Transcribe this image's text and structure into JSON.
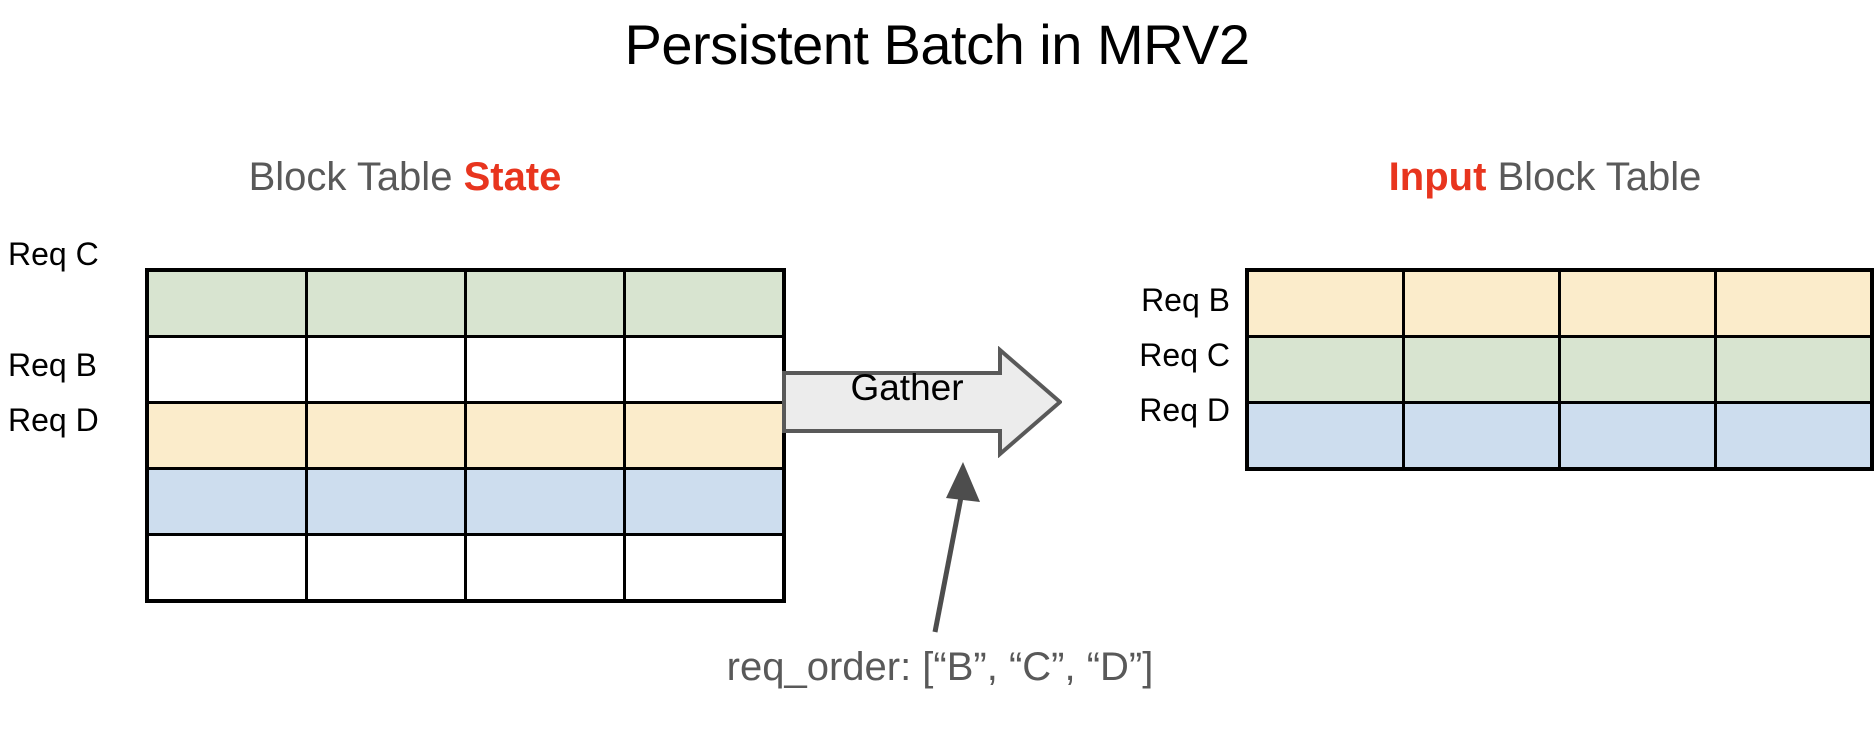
{
  "slide": {
    "title": "Persistent Batch in MRV2",
    "background_color": "#ffffff",
    "accent_color": "#E8351E",
    "label_gray": "#595959"
  },
  "left_panel": {
    "heading_prefix": "Block Table ",
    "heading_accent": "State",
    "row_labels": [
      {
        "text": "Req C",
        "row_index": 0
      },
      {
        "text": "Req B",
        "row_index": 2
      },
      {
        "text": "Req D",
        "row_index": 3
      }
    ],
    "table": {
      "columns": 4,
      "rows": [
        {
          "label": "Req C",
          "color": "#d8e4d0",
          "color_name": "green"
        },
        {
          "label": "",
          "color": "#ffffff",
          "color_name": "white"
        },
        {
          "label": "Req B",
          "color": "#fbeccb",
          "color_name": "cream"
        },
        {
          "label": "Req D",
          "color": "#cdddee",
          "color_name": "blue"
        },
        {
          "label": "",
          "color": "#ffffff",
          "color_name": "white"
        }
      ]
    }
  },
  "operation": {
    "label": "Gather",
    "fill": "#ececec",
    "stroke": "#595959"
  },
  "right_panel": {
    "heading_accent": "Input",
    "heading_suffix": " Block Table",
    "table": {
      "columns": 4,
      "rows": [
        {
          "label": "Req B",
          "color": "#fbeccb",
          "color_name": "cream"
        },
        {
          "label": "Req C",
          "color": "#d8e4d0",
          "color_name": "green"
        },
        {
          "label": "Req D",
          "color": "#cdddee",
          "color_name": "blue"
        }
      ]
    }
  },
  "caption": {
    "text": "req_order: [“B”, “C”, “D”]"
  }
}
